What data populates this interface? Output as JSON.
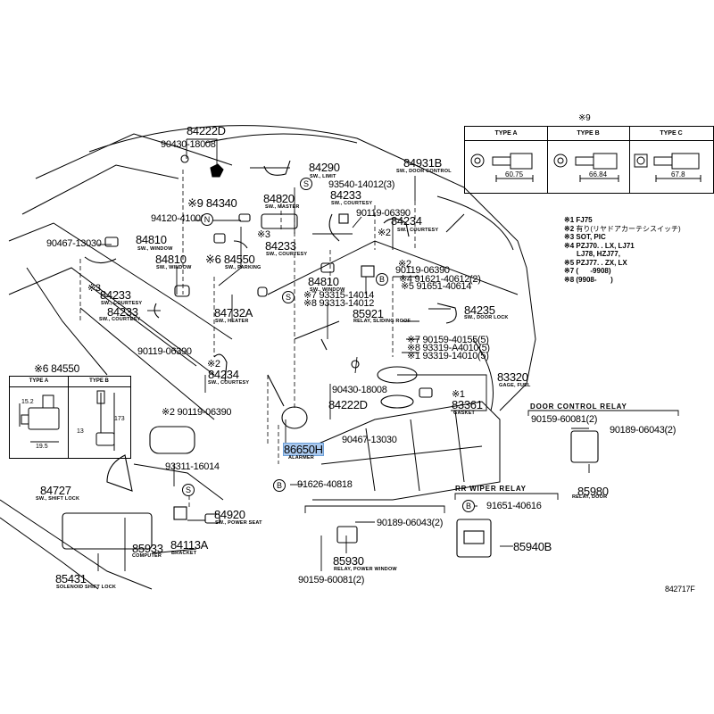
{
  "type_table": {
    "note": "※9",
    "columns": [
      {
        "label": "TYPE A",
        "dimension": "60.75"
      },
      {
        "label": "TYPE B",
        "dimension": "66.84"
      },
      {
        "label": "TYPE C",
        "dimension": "67.8"
      }
    ]
  },
  "legend": [
    {
      "mark": "※1",
      "text": "FJ75"
    },
    {
      "mark": "※2",
      "text": "有り(リヤドアカーテシスイッチ)"
    },
    {
      "mark": "※3",
      "text": "SOT, PIC"
    },
    {
      "mark": "※4",
      "text": "PZJ70. . LX, LJ71"
    },
    {
      "mark": "",
      "text": "LJ78, HZJ77,"
    },
    {
      "mark": "※5",
      "text": "PZJ77. . ZX, LX"
    },
    {
      "mark": "※7",
      "text": "(      -9908)"
    },
    {
      "mark": "※8",
      "text": "(9908-       )"
    }
  ],
  "inset_84550": {
    "title": "※6 84550",
    "type_a": {
      "label": "TYPE A",
      "height": "15.2",
      "width": "19.5"
    },
    "type_b": {
      "label": "TYPE B",
      "height": "13",
      "length": "173"
    }
  },
  "parts": {
    "p84222D_top": "84222D",
    "p90430_top": "90430-18008",
    "p84290": "84290",
    "d84290": "SW., LIMIT",
    "s93540": "93540-14012(3)",
    "p84233a": "84233",
    "d84233a": "SW., COURTESY",
    "p84931B": "84931B",
    "d84931B": "SW., DOOR CONTROL",
    "p84340": "※9 84340",
    "p84820": "84820",
    "d84820": "SW., MASTER",
    "p94120": "94120-41000",
    "p90119a": "90119-06390",
    "p84234a": "84234",
    "d84234a": "SW., COURTESY",
    "m2a": "※2",
    "p90467a": "90467-13030",
    "p84810a": "84810",
    "d84810a": "SW., WINDOW",
    "p84810b": "84810",
    "d84810b": "SW., WINDOW",
    "p84233b": "※3",
    "p84233b_num": "84233",
    "d84233b": "SW., COURTESY",
    "p84550": "※6 84550",
    "d84550": "SW., PARKING",
    "p84233c": "84233",
    "d84233c": "SW., COURTESY",
    "p84810c": "84810",
    "d84810c": "SW., WINDOW",
    "p90119b": "※2",
    "p90119b_num": "90119-06390",
    "p91621": "※4 91621-40612(2)",
    "p91651a": "※5 91651-40614",
    "p84233d": "84233",
    "d84233d": "SW., COURTESY",
    "p84732A": "84732A",
    "d84732A": "SW., HEATER",
    "s93315": "※7 93315-14014",
    "s93313": "※8 93313-14012",
    "p85921": "85921",
    "d85921": "RELAY, SLIDING ROOF",
    "p84235": "84235",
    "d84235": "SW., DOOR LOCK",
    "p90119c": "90119-06390",
    "p84234b": "84234",
    "m2b": "※2",
    "d84234b": "SW., COURTESY",
    "p90159": "※7 90159-40155(5)",
    "p93319A": "※8 93319-A4010(5)",
    "p93319": "※1 93319-14010(5)",
    "p90119d": "※2 90119-06390",
    "p90430b": "90430-18008",
    "p83320": "83320",
    "d83320": "GAGE, FUEL",
    "p84222D_b": "84222D",
    "p83361_mark": "※1",
    "p83361": "83361",
    "d83361": "GASKET",
    "p90467b": "90467-13030",
    "p86650H": "86650H",
    "d86650H": "ALARMER",
    "p93311": "93311-16014",
    "p91626": "91626-40818",
    "p84727": "84727",
    "d84727": "SW., SHIFT LOCK",
    "p84920": "84920",
    "d84920": "SW., POWER SEAT",
    "p85933": "85933",
    "d85933": "COMPUTER",
    "p84113A": "84113A",
    "d84113A": "BRACKET",
    "p85431": "85431",
    "d85431": "SOLENOID SHIFT LOCK",
    "p90189a": "90189-06043(2)",
    "p85930": "85930",
    "d85930": "RELAY, POWER WINDOW",
    "p90159b": "90159-60081(2)"
  },
  "door_control_relay": {
    "title": "DOOR CONTROL RELAY",
    "bolt": "90159-60081(2)",
    "nut": "90189-06043(2)",
    "part": "85980",
    "desc": "RELAY, DOOR"
  },
  "rr_wiper_relay": {
    "title": "RR WIPER RELAY",
    "bolt": "91651-40616",
    "part": "85940B"
  },
  "symbols": {
    "S": "S",
    "B": "B",
    "N": "N"
  },
  "figure_id": "842717F"
}
